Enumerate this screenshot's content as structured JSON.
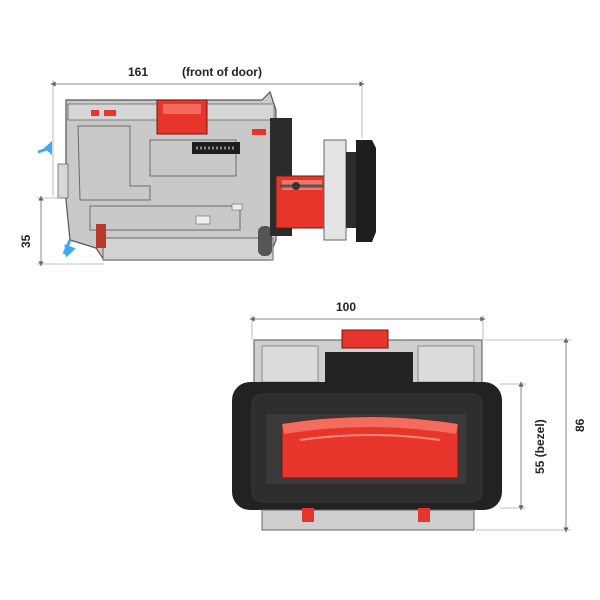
{
  "side_view": {
    "width_label": "161",
    "front_label": "(front of door)",
    "height_label": "35"
  },
  "front_view": {
    "width_label": "100",
    "bezel_label": "55  (bezel)",
    "height_label": "86"
  },
  "colors": {
    "body_grey": "#c9c9c9",
    "red": "#e8352b",
    "bezel": "#222222",
    "arrow_blue": "#3fa9f5",
    "dim_line": "#888888"
  }
}
